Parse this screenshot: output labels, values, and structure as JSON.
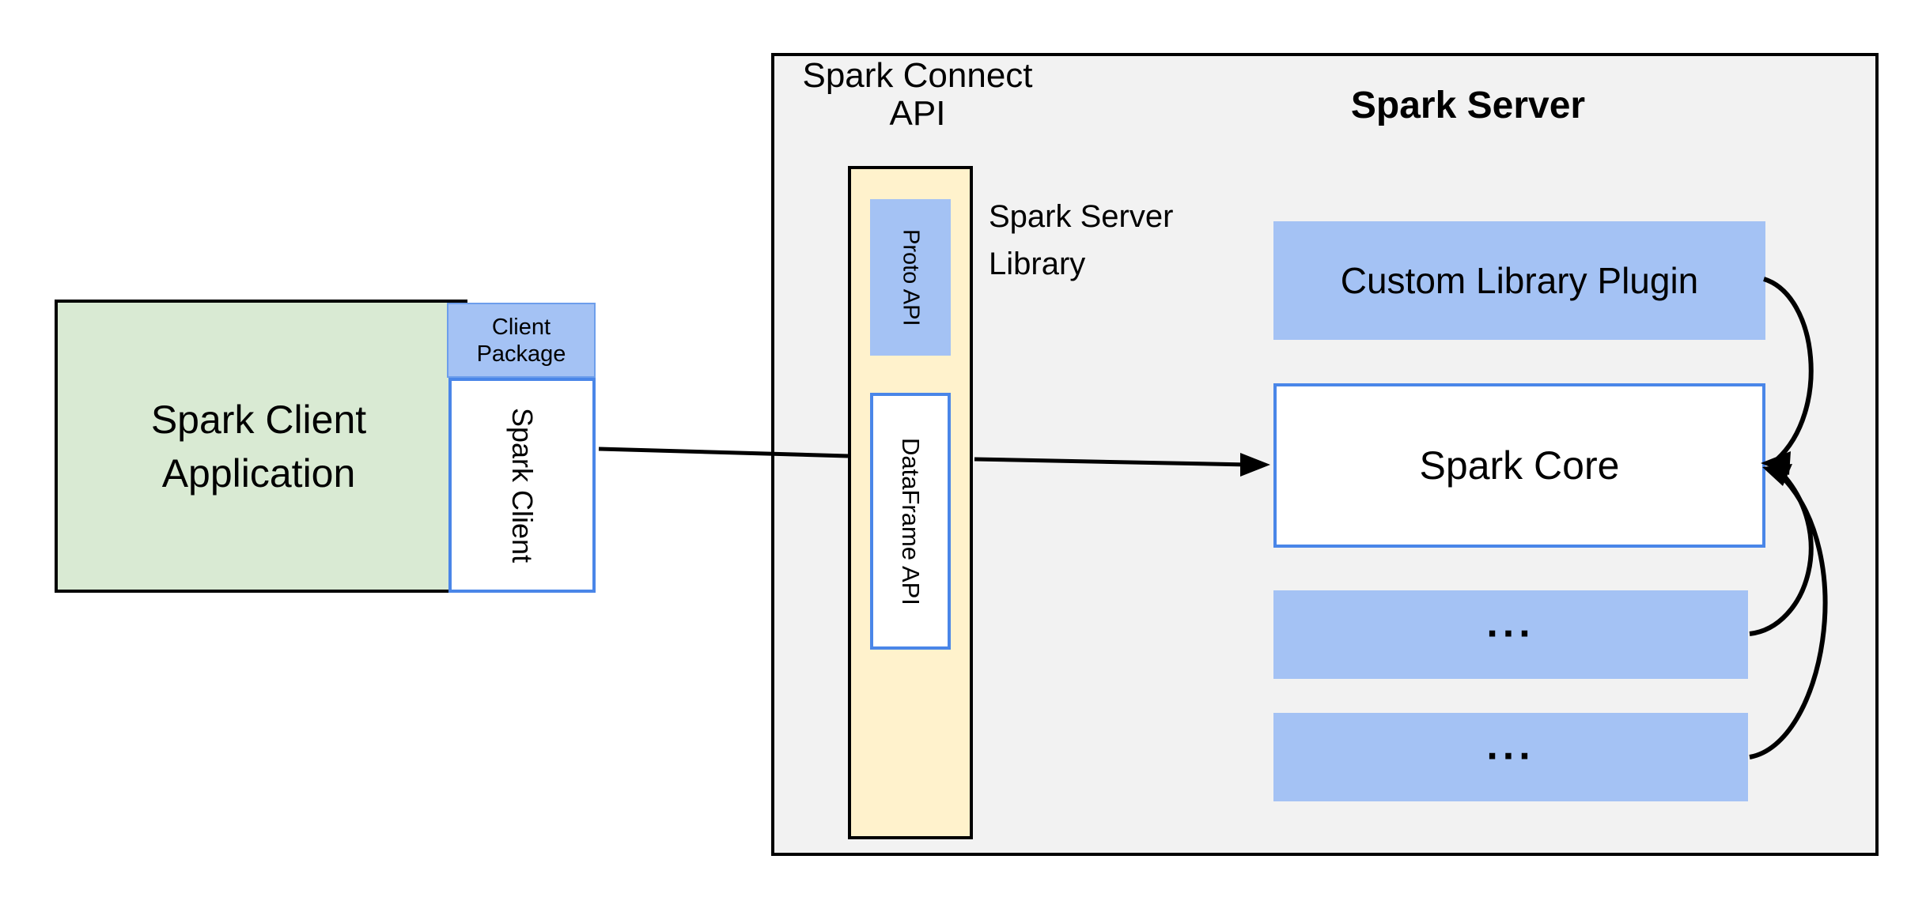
{
  "colors": {
    "green_fill": "#d9ead3",
    "blue_fill": "#a4c2f4",
    "blue_border": "#4a86e8",
    "blue_border_light": "#6d9eeb",
    "yellow_fill": "#fff2cc",
    "gray_fill": "#f2f2f2",
    "line": "#000000",
    "background": "#ffffff"
  },
  "boxes": {
    "spark_client_application": {
      "line1": "Spark Client",
      "line2": "Application"
    },
    "client_package": {
      "line1": "Client",
      "line2": "Package"
    },
    "spark_client": {
      "label": "Spark Client"
    },
    "spark_connect_api": {
      "line1": "Spark Connect",
      "line2": "API"
    },
    "spark_server": {
      "label": "Spark Server"
    },
    "proto_api": {
      "label": "Proto API"
    },
    "dataframe_api": {
      "label": "DataFrame API"
    },
    "spark_server_library": {
      "line1": "Spark Server",
      "line2": "Library"
    },
    "custom_library_plugin": {
      "label": "Custom Library Plugin"
    },
    "spark_core": {
      "label": "Spark Core"
    },
    "plugin_slot_1": {
      "label": "..."
    },
    "plugin_slot_2": {
      "label": "..."
    }
  }
}
